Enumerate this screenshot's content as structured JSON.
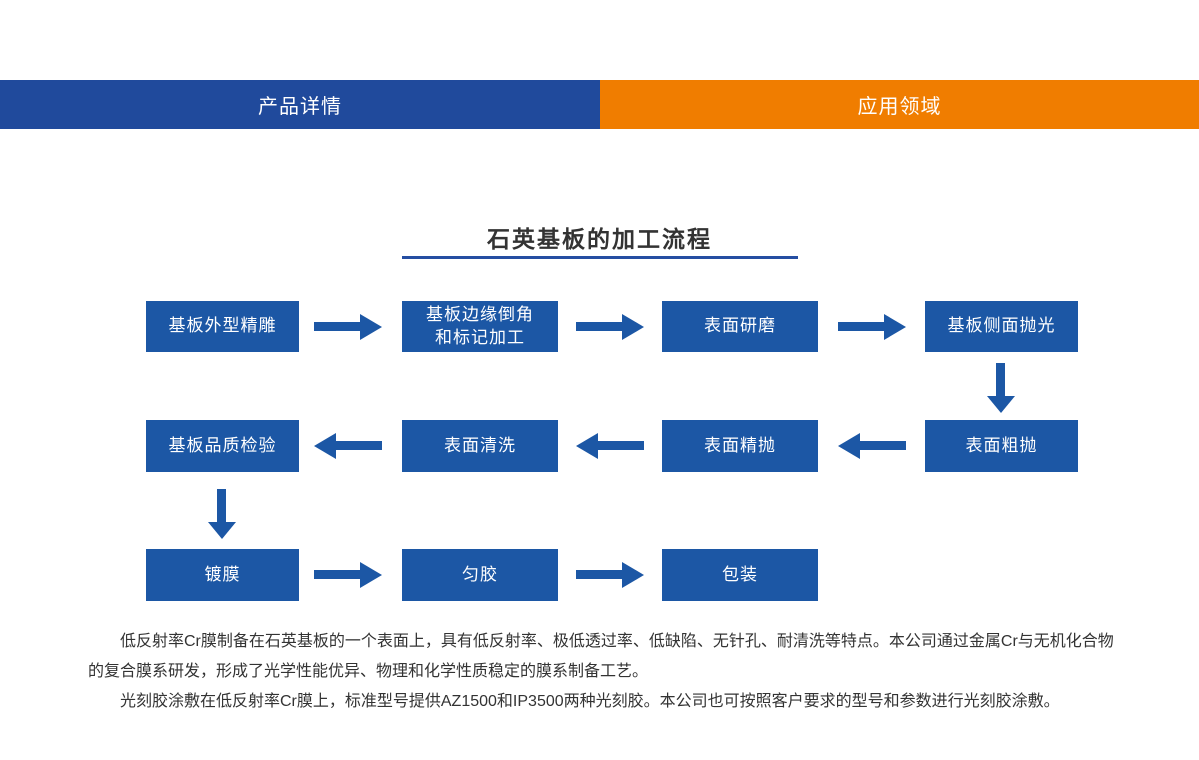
{
  "tabs": [
    {
      "label": "产品详情"
    },
    {
      "label": "应用领域"
    }
  ],
  "section": {
    "title": "石英基板的加工流程"
  },
  "flowchart": {
    "boxes": [
      {
        "label": "基板外型精雕"
      },
      {
        "label": "基板边缘倒角\n和标记加工"
      },
      {
        "label": "表面研磨"
      },
      {
        "label": "基板侧面抛光"
      },
      {
        "label": "表面粗抛"
      },
      {
        "label": "表面精抛"
      },
      {
        "label": "表面清洗"
      },
      {
        "label": "基板品质检验"
      },
      {
        "label": "镀膜"
      },
      {
        "label": "匀胶"
      },
      {
        "label": "包装"
      }
    ]
  },
  "description": {
    "paragraph1": "低反射率Cr膜制备在石英基板的一个表面上，具有低反射率、极低透过率、低缺陷、无针孔、耐清洗等特点。本公司通过金属Cr与无机化合物的复合膜系研发，形成了光学性能优异、物理和化学性质稳定的膜系制备工艺。",
    "paragraph2": "光刻胶涂敷在低反射率Cr膜上，标准型号提供AZ1500和IP3500两种光刻胶。本公司也可按照客户要求的型号和参数进行光刻胶涂敷。"
  },
  "colors": {
    "tab_blue": "#204a9c",
    "tab_orange": "#f07d00",
    "box_blue": "#1c57a5",
    "underline_blue": "#254ea2",
    "text_dark": "#333333"
  }
}
